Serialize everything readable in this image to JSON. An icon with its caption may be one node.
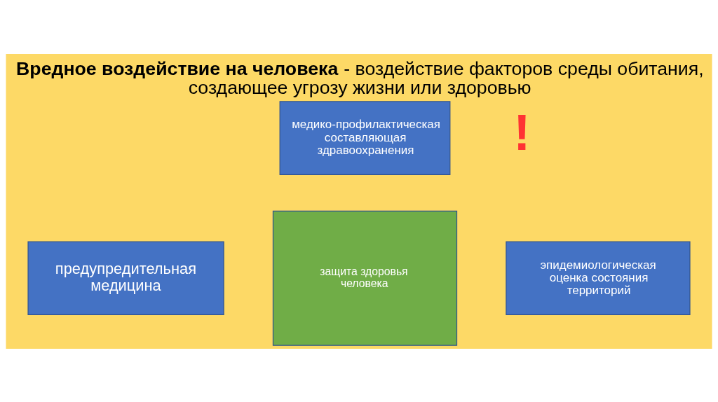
{
  "diagram": {
    "title": "**Вредное воздействие на человека** - воздействие факторов среды обитания, создающее угрозу жизни или здоровью",
    "nodes": [
      {
        "text": [
          "медико-профилактическая составляющая здравоохранения"
        ]
      },
      {
        "text": [
          "предупредительная медицина"
        ]
      },
      {
        "text": [
          "защита здоровья человека"
        ]
      },
      {
        "text": [
          "эпидемиологическая оценка состояния территорий"
        ]
      }
    ],
    "edges": [],
    "labels": [
      "!"
    ]
  }
}
